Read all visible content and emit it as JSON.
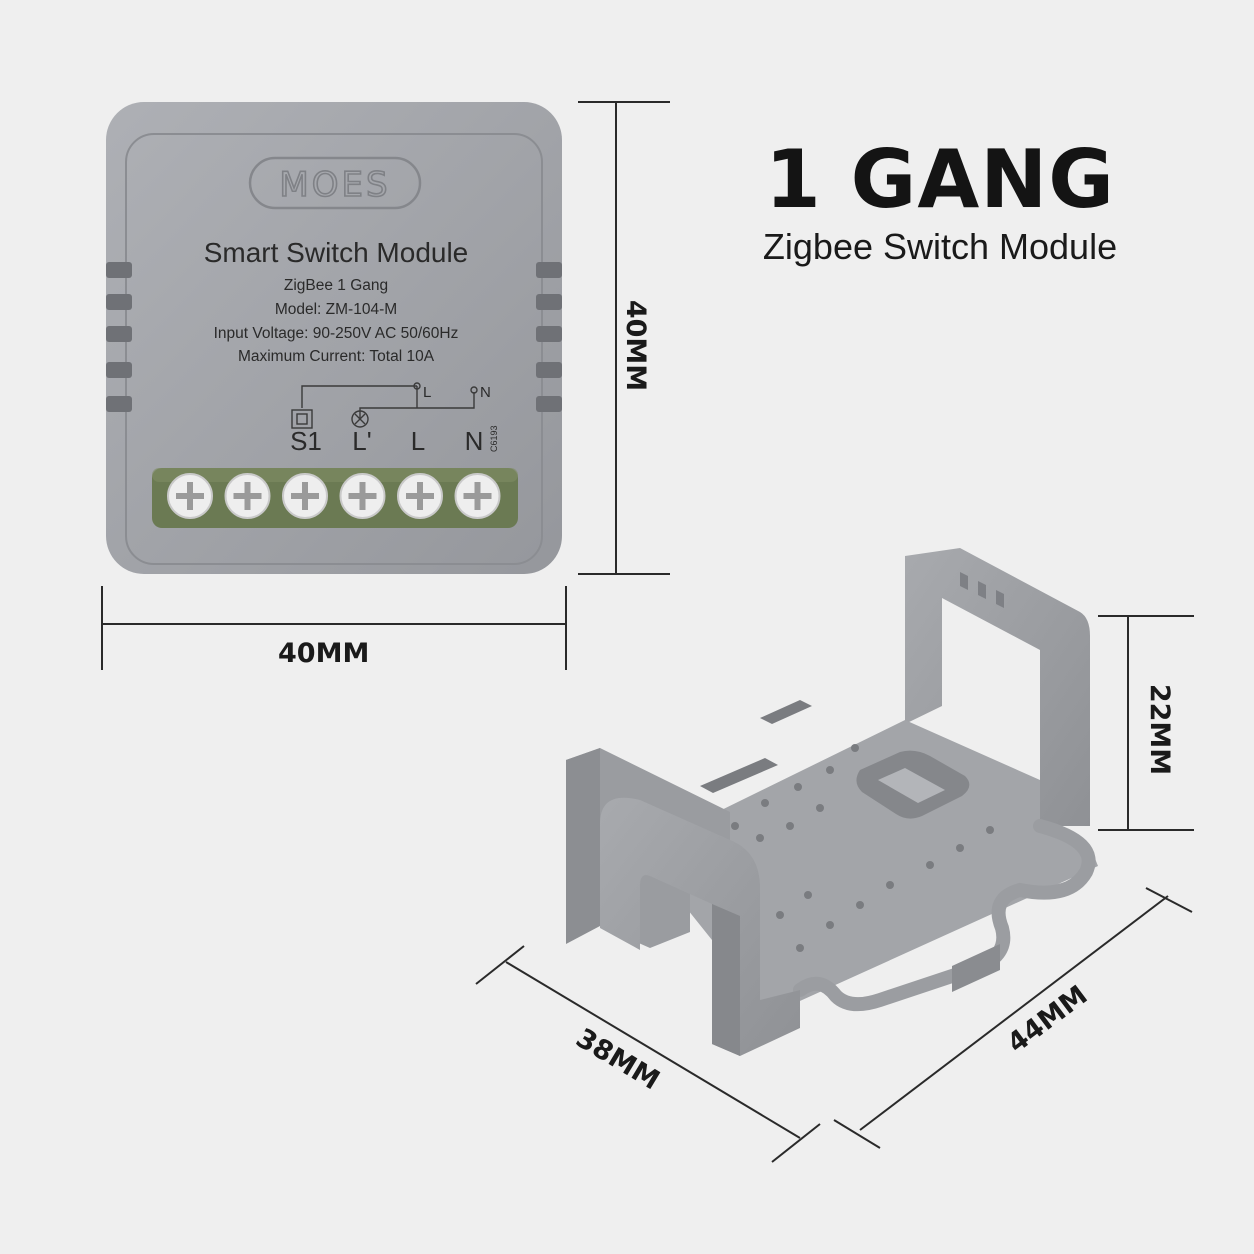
{
  "heading": {
    "title": "1 GANG",
    "subtitle": "Zigbee Switch Module"
  },
  "module": {
    "brand": "MOES",
    "product_name": "Smart Switch Module",
    "spec_lines": [
      "ZigBee 1 Gang",
      "Model: ZM-104-M",
      "Input Voltage: 90-250V AC 50/60Hz",
      "Maximum Current: Total 10A"
    ],
    "wiring_top_labels": {
      "l": "L",
      "n": "N"
    },
    "terminals": [
      "S1",
      "L'",
      "L",
      "N"
    ],
    "code": "C6193",
    "terminal_screw_count": 6
  },
  "dimensions": {
    "module_height": "40MM",
    "module_width": "40MM",
    "bracket_height": "22MM",
    "bracket_width": "38MM",
    "bracket_depth": "44MM"
  },
  "colors": {
    "background": "#efefef",
    "module_body": "#9fa1a6",
    "terminal_block": "#6e7e55",
    "text": "#1c1c1c"
  }
}
